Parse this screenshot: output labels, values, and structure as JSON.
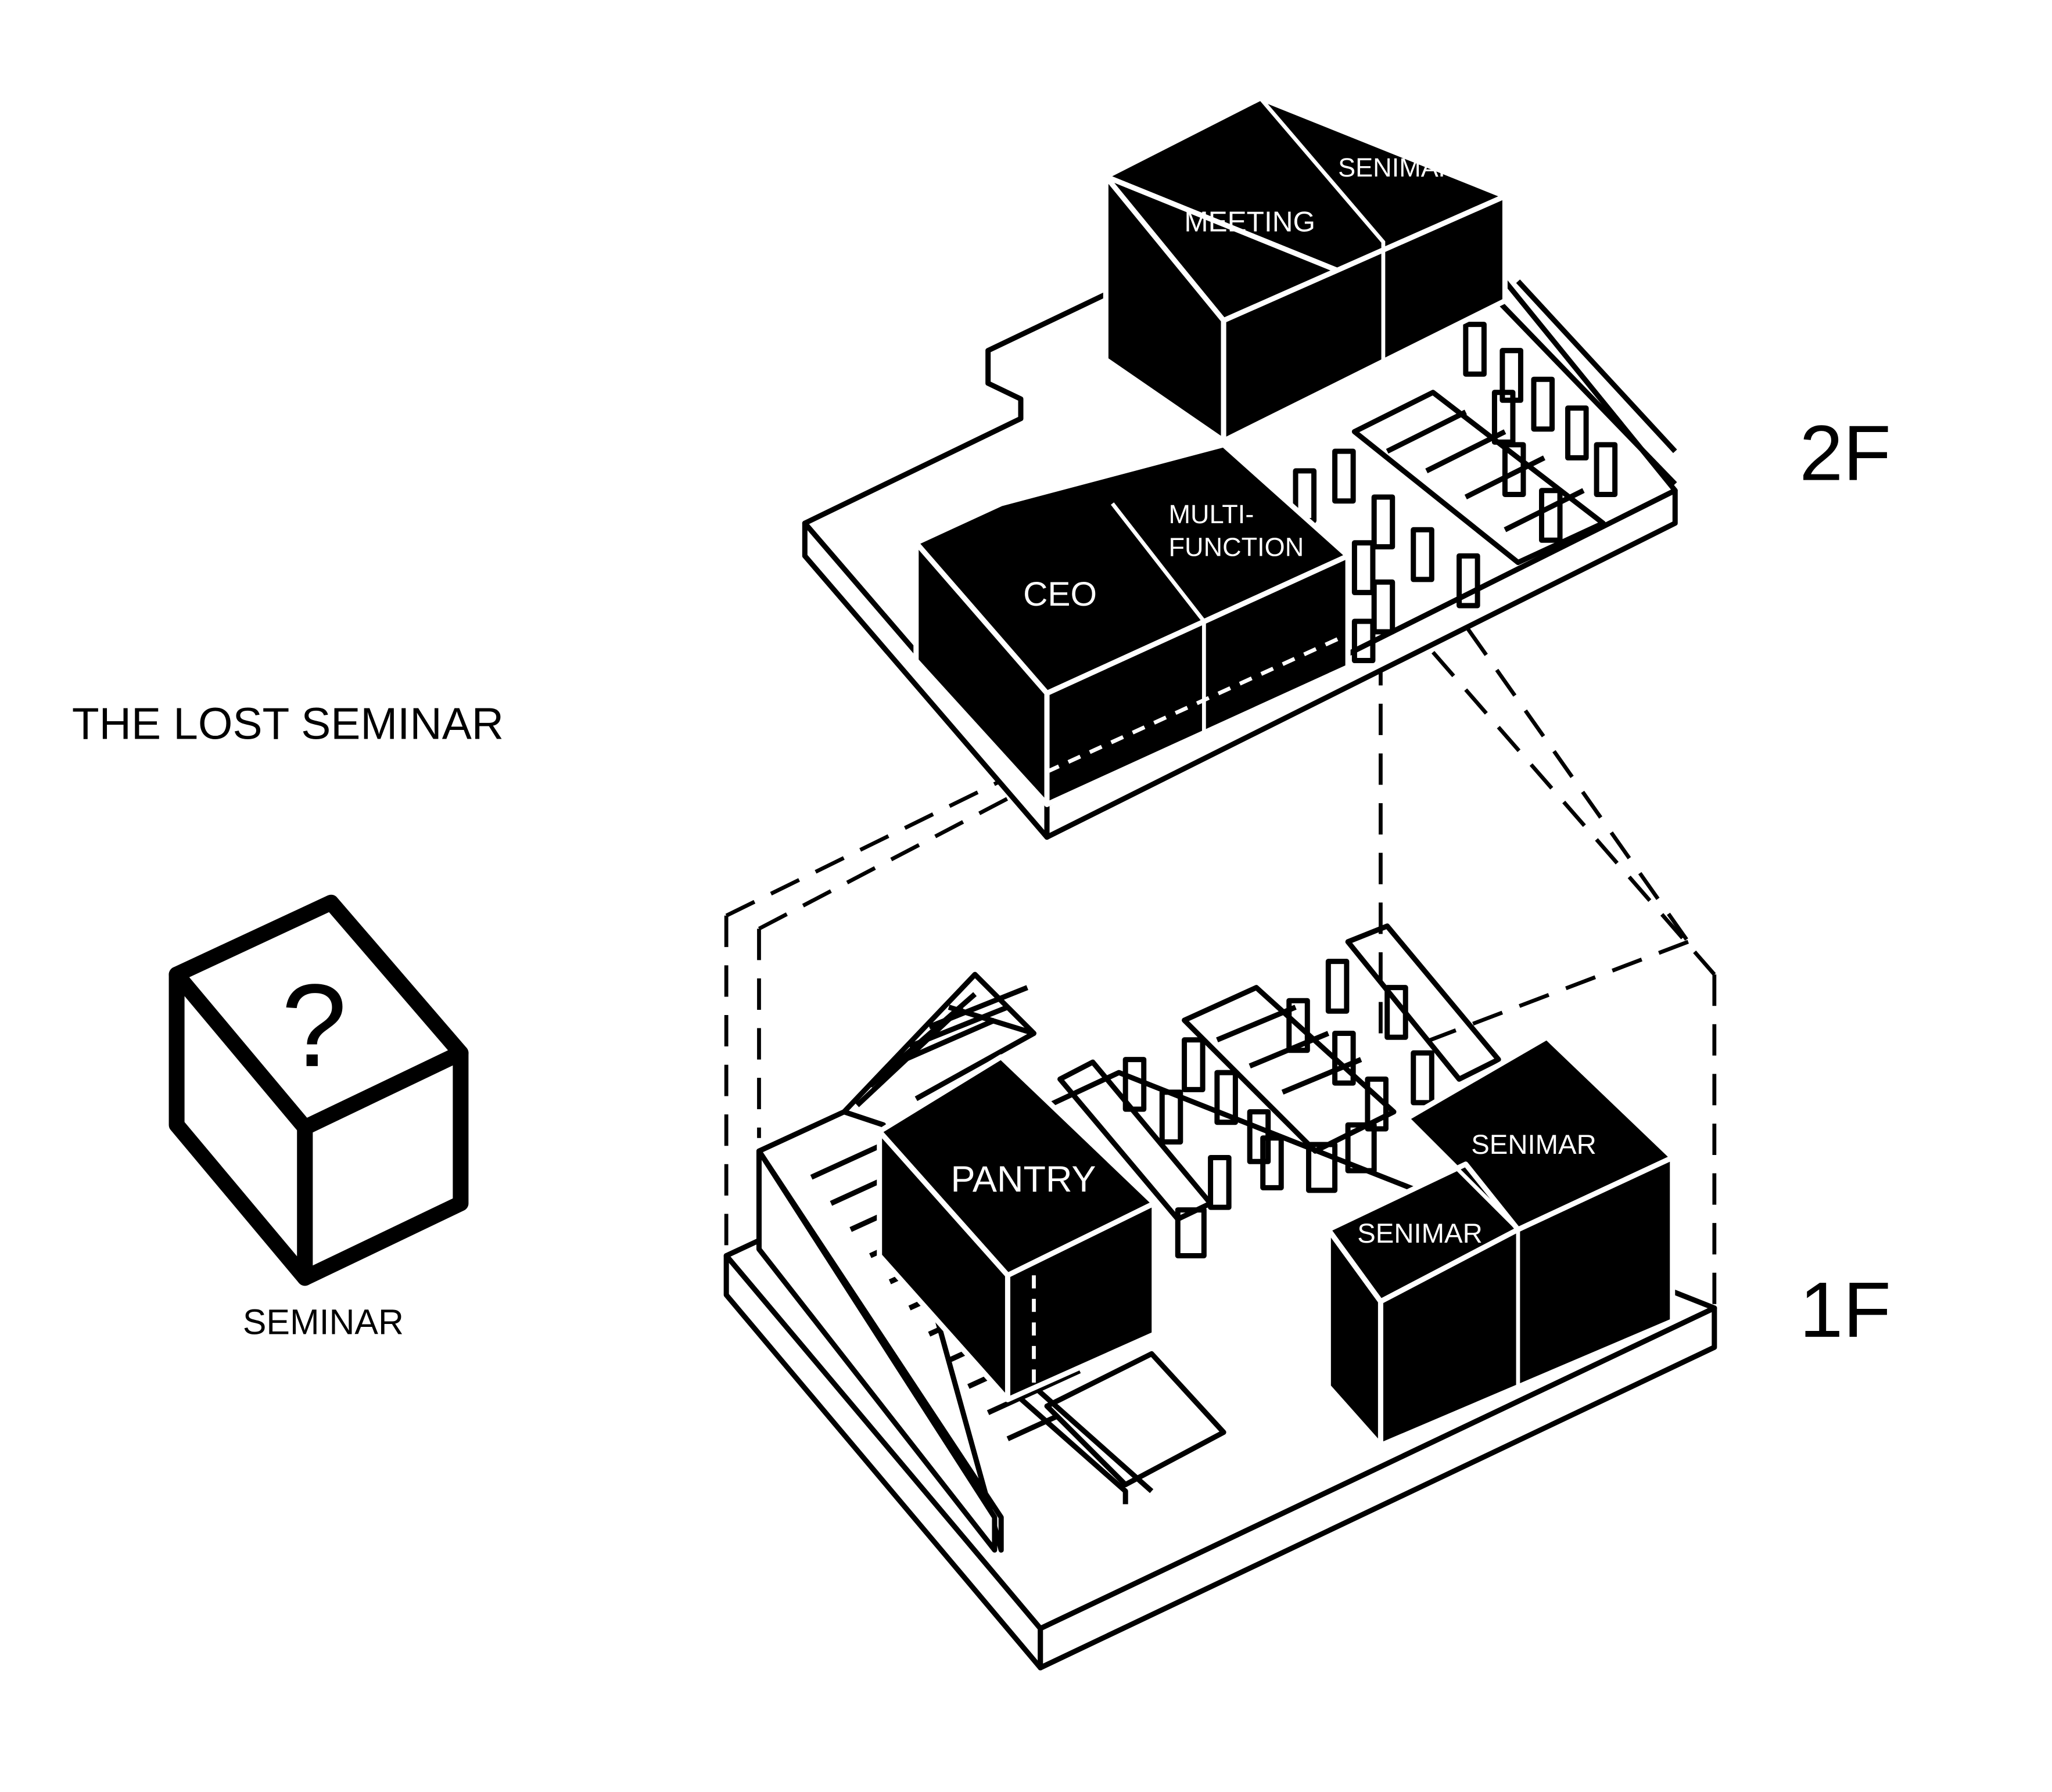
{
  "title": "THE LOST SEMINAR",
  "legend": {
    "symbol": "?",
    "caption": "SEMINAR"
  },
  "floors": {
    "upper": {
      "label": "2F",
      "rooms": {
        "meeting": "MEETING",
        "seminar": "SENIMAR",
        "ceo": "CEO",
        "multi_line1": "MULTI-",
        "multi_line2": "FUNCTION"
      }
    },
    "lower": {
      "label": "1F",
      "rooms": {
        "pantry": "PANTRY",
        "seminar_back": "SENIMAR",
        "seminar_front": "SENIMAR"
      }
    }
  }
}
